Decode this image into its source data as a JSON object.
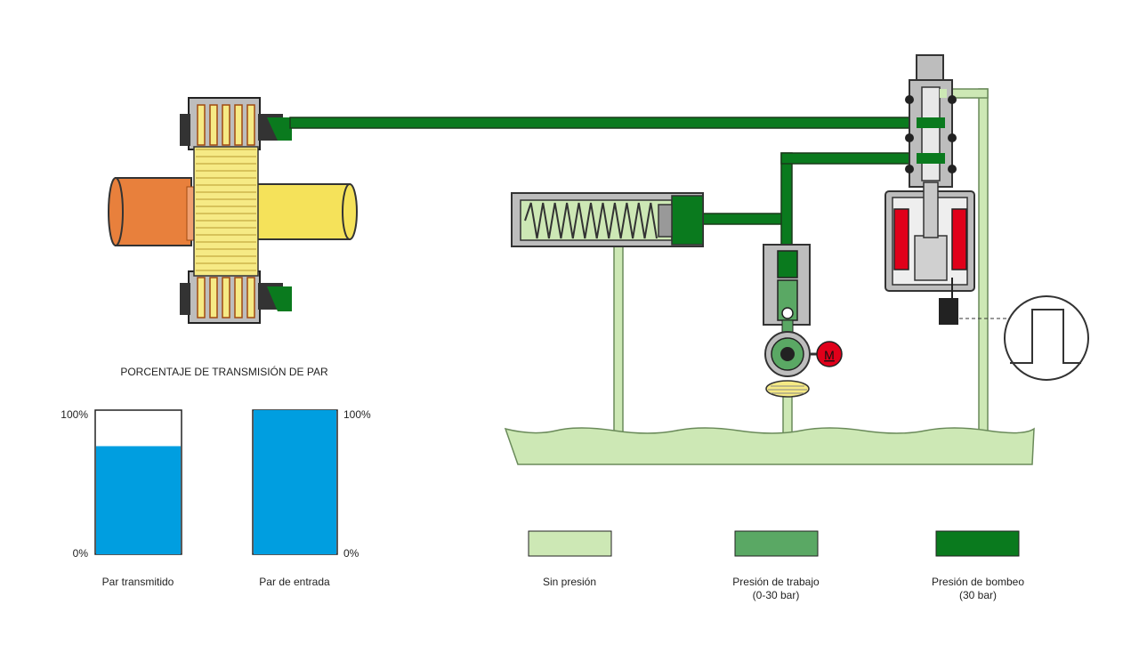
{
  "title": "PORCENTAJE DE TRANSMISIÓN DE PAR",
  "gauges": [
    {
      "id": "transmitido",
      "label": "Par transmitido",
      "fill_fraction": 0.75,
      "top_label": "100%",
      "bottom_label": "0%"
    },
    {
      "id": "entrada",
      "label": "Par de entrada",
      "fill_fraction": 1.0,
      "top_label": "100%",
      "bottom_label": "0%"
    }
  ],
  "legend": [
    {
      "id": "sin-presion",
      "line1": "Sin presión",
      "line2": "",
      "color": "#cde8b5"
    },
    {
      "id": "presion-trabajo",
      "line1": "Presión de trabajo",
      "line2": "(0-30 bar)",
      "color": "#5aa864"
    },
    {
      "id": "presion-bombeo",
      "line1": "Presión de bombeo",
      "line2": "(30 bar)",
      "color": "#0a7a1e"
    }
  ],
  "motor_label": "M",
  "colors": {
    "low": "#cde8b5",
    "mid": "#5aa864",
    "high": "#0a7a1e",
    "gauge_fill": "#009ee0",
    "shaft_in": "#e8803c",
    "shaft_out": "#f5e25a",
    "clutch_plates": "#f6ea85",
    "solenoid_red": "#e0001a",
    "body_grey": "#b5b5b5"
  }
}
